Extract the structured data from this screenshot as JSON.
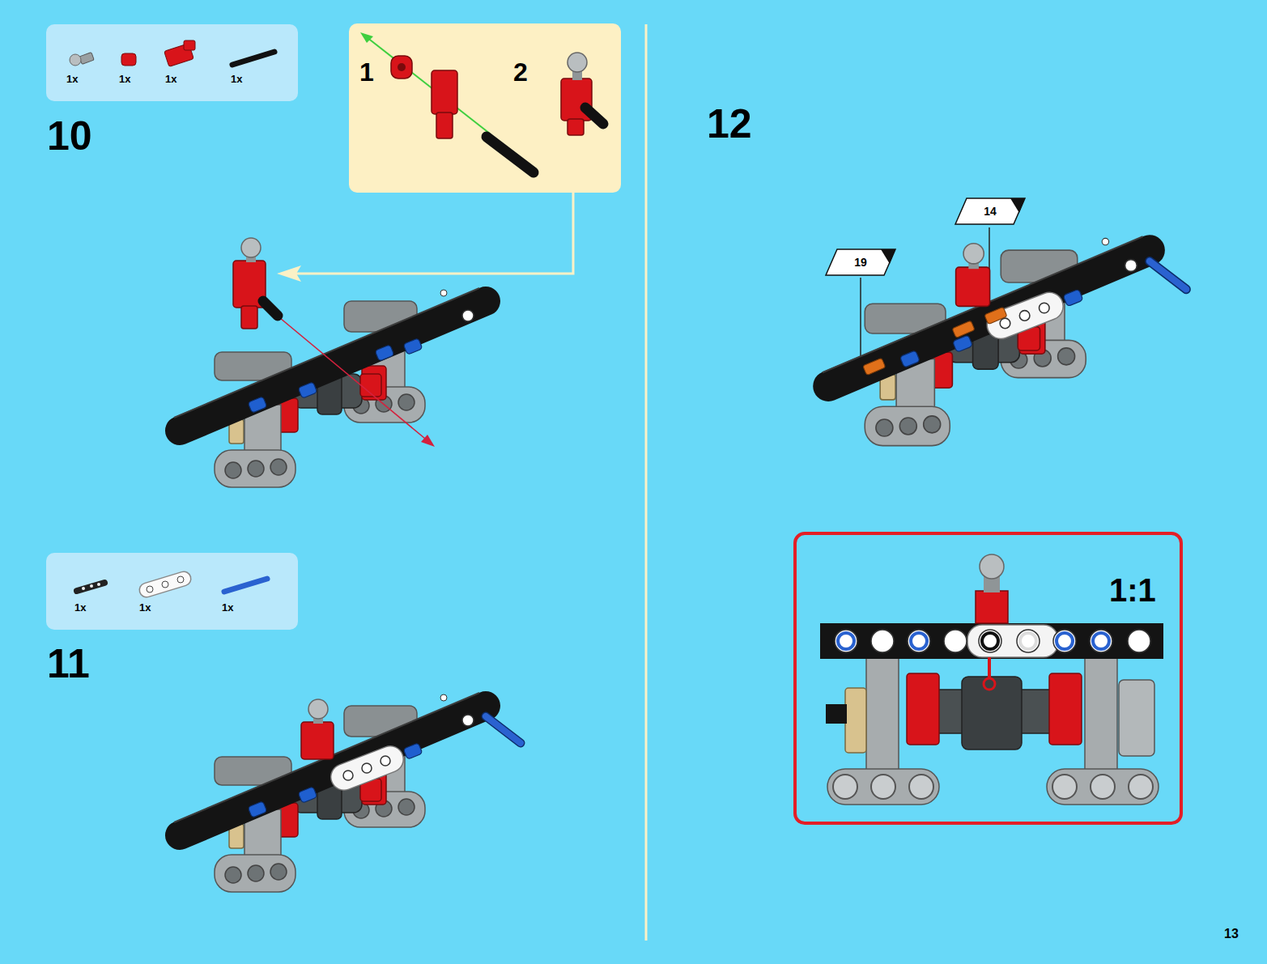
{
  "diagram": {
    "nodes": [
      {
        "text": [
          "1x",
          "1x",
          "1x",
          "1x"
        ]
      },
      {
        "text": [
          "1",
          "2"
        ]
      },
      {
        "text": [
          "1x",
          "1x",
          "1x"
        ]
      },
      {
        "text": [
          "19"
        ]
      },
      {
        "text": [
          "14"
        ]
      },
      {
        "text": [
          "1:1"
        ]
      }
    ],
    "labels": [
      "10",
      "11",
      "12",
      "13"
    ]
  }
}
